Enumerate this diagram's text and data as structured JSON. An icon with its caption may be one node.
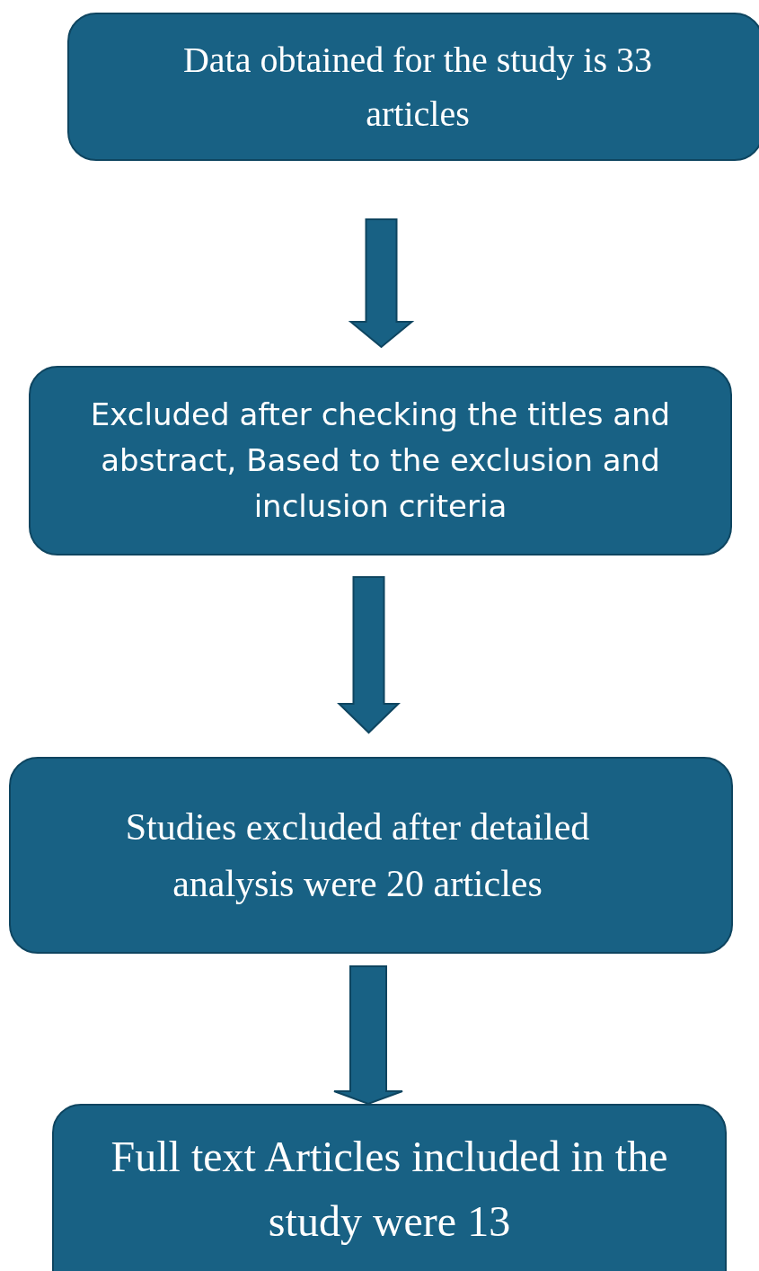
{
  "diagram": {
    "nodes": [
      {
        "text": [
          "Data obtained for the study is 33 articles"
        ]
      },
      {
        "text": [
          "Excluded after checking the titles and abstract, Based to the exclusion and inclusion criteria"
        ]
      },
      {
        "text": [
          "Studies excluded after detailed analysis were 20 articles"
        ]
      },
      {
        "text": [
          "Full text Articles included in the study were 13"
        ]
      }
    ],
    "edges": [
      {
        "from": 0,
        "to": 1,
        "arrow": "to"
      },
      {
        "from": 1,
        "to": 2,
        "arrow": "to"
      },
      {
        "from": 2,
        "to": 3,
        "arrow": "to"
      }
    ]
  }
}
